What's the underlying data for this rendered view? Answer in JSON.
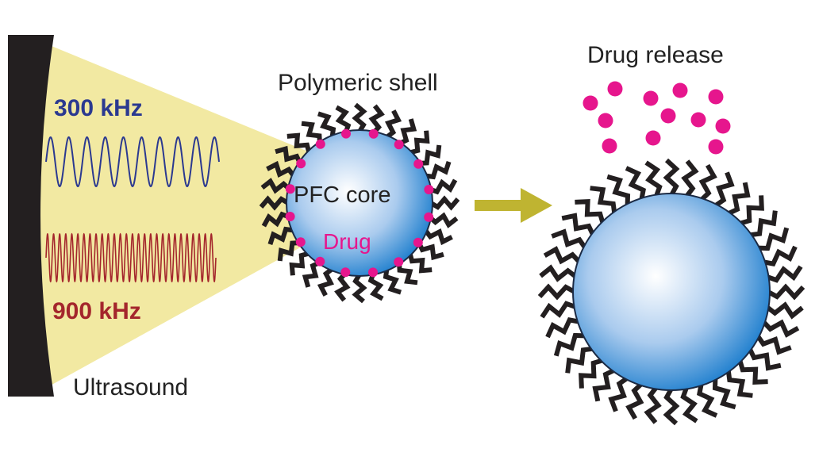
{
  "labels": {
    "freq_low": "300 kHz",
    "freq_high": "900 kHz",
    "ultrasound": "Ultrasound",
    "shell": "Polymeric shell",
    "core": "PFC core",
    "drug": "Drug",
    "release": "Drug release"
  },
  "colors": {
    "transducer": "#231f20",
    "beam": "#f2e9a2",
    "wave_low": "#2b3990",
    "wave_high": "#a4262c",
    "sphere_edge": "#1f7fce",
    "sphere_center": "#ffffff",
    "drug": "#e6168d",
    "arrow": "#bfb431",
    "polymer": "#231f20"
  }
}
